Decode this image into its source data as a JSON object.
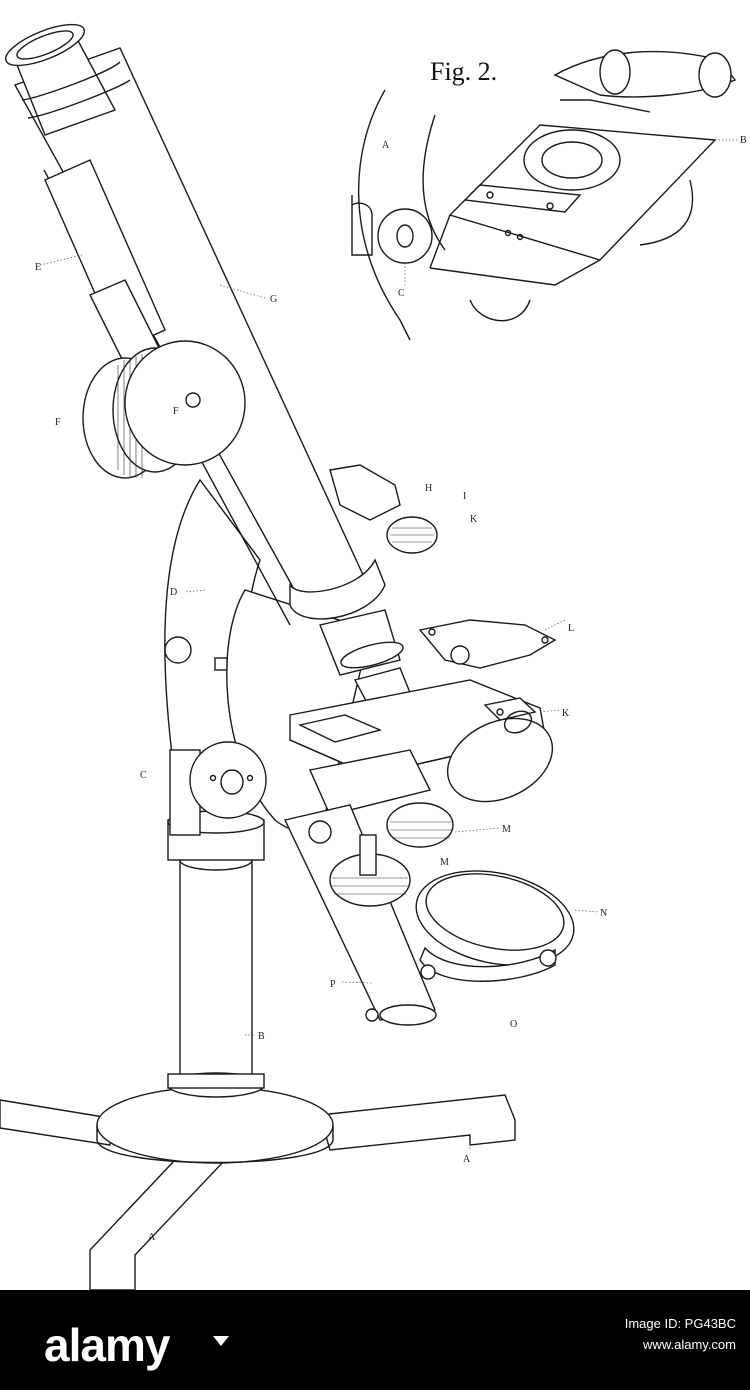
{
  "figure": {
    "title": "Fig. 2.",
    "inset_labels": {
      "A": "A",
      "B": "B",
      "C": "C"
    },
    "main_labels": {
      "A1": "A",
      "A2": "A",
      "B": "B",
      "C": "C",
      "D": "D",
      "E": "E",
      "F1": "F",
      "F2": "F",
      "G": "G",
      "H": "H",
      "I": "I",
      "K1": "K",
      "K2": "K",
      "L": "L",
      "M1": "M",
      "M2": "M",
      "N": "N",
      "O": "O",
      "P": "P"
    }
  },
  "footer": {
    "brand": "alamy",
    "image_id": "Image ID: PG43BC",
    "url": "www.alamy.com",
    "colors": {
      "background": "#000000",
      "text": "#ffffff"
    }
  }
}
